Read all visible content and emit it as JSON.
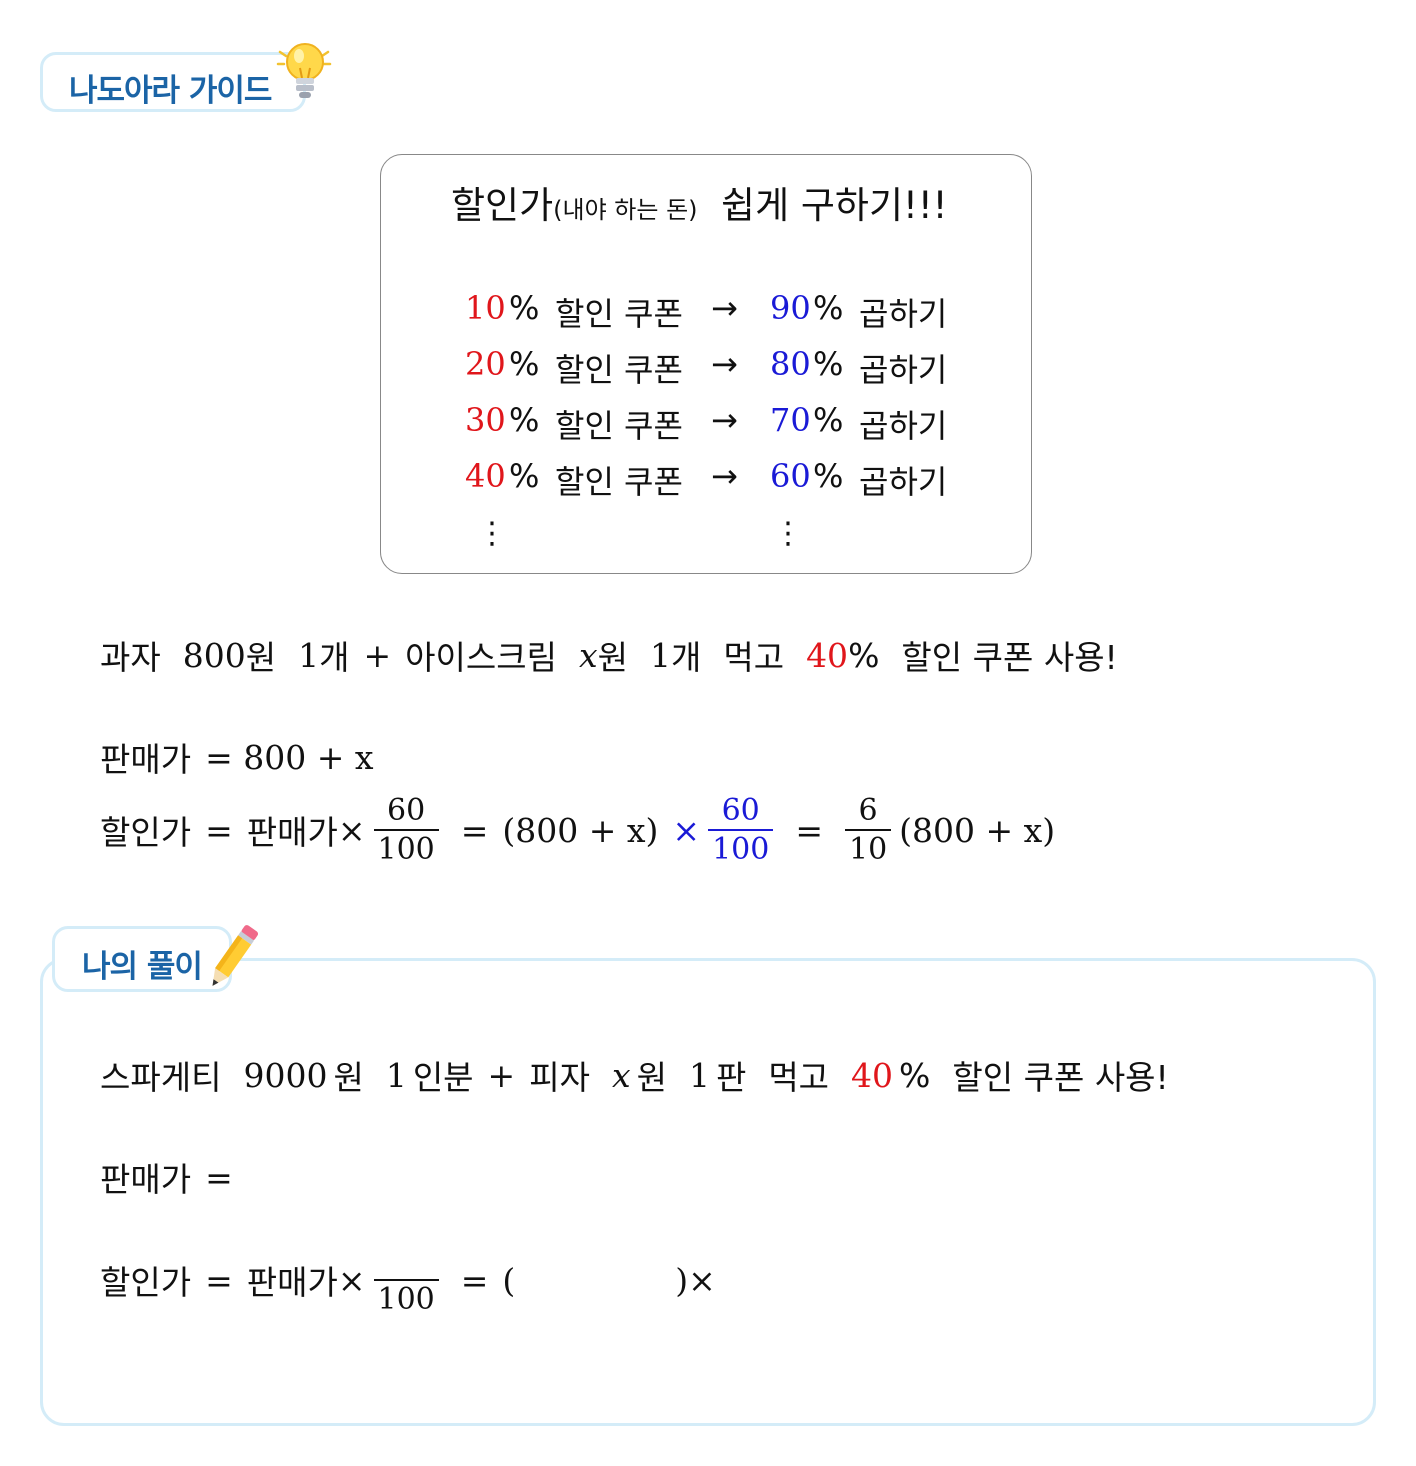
{
  "guide": {
    "label": "나도아라 가이드"
  },
  "tip": {
    "title_main": "할인가",
    "title_paren": "(내야 하는 돈)",
    "title_rest": "쉽게 구하기!!!",
    "rows": [
      {
        "discount": "10",
        "pay": "90"
      },
      {
        "discount": "20",
        "pay": "80"
      },
      {
        "discount": "30",
        "pay": "70"
      },
      {
        "discount": "40",
        "pay": "60"
      }
    ],
    "percent": "%",
    "coupon_text": "할인 쿠폰",
    "arrow": "→",
    "multiply_text": "곱하기",
    "vdots": "⋮"
  },
  "example": {
    "problem": {
      "snack": "과자",
      "snack_price": "800",
      "won": "원",
      "one": "1",
      "count_unit": "개",
      "plus": "+",
      "icecream": "아이스크림",
      "x": "x",
      "eat": "먹고",
      "discount": "40",
      "percent": "%",
      "coupon_use": "할인 쿠폰 사용!"
    },
    "sale_price_label": "판매가",
    "sale_price_expr": "= 800 + x",
    "discount_price_label": "할인가",
    "eq": "=",
    "times": "×",
    "frac1_num": "60",
    "frac1_den": "100",
    "paren_expr": "(800 + x)",
    "frac2_num": "60",
    "frac2_den": "100",
    "frac3_num": "6",
    "frac3_den": "10",
    "final_expr": "(800 + x)"
  },
  "solution": {
    "label": "나의 풀이",
    "problem": {
      "food1": "스파게티",
      "price1": "9000",
      "won": "원",
      "one": "1",
      "unit1": "인분",
      "plus": "+",
      "food2": "피자",
      "x": "x",
      "unit2": "판",
      "eat": "먹고",
      "discount": "40",
      "percent": "%",
      "coupon_use": "할인 쿠폰 사용!"
    },
    "sale_price_label": "판매가",
    "eq": "=",
    "discount_price_label": "할인가",
    "times": "×",
    "frac_den": "100",
    "open_paren": "(",
    "close_paren": ")"
  }
}
